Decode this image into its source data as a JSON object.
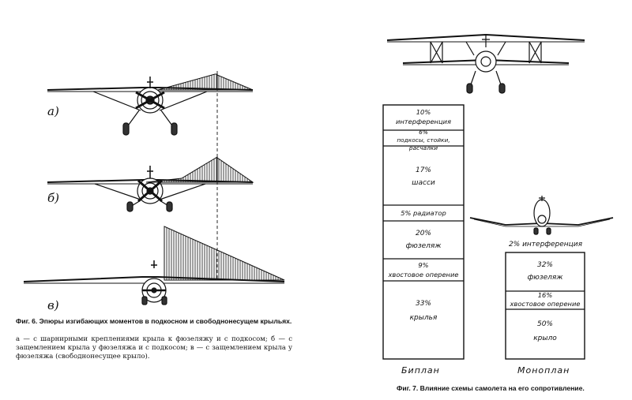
{
  "fig6": {
    "labels": {
      "a": "а)",
      "b": "б)",
      "v": "в)"
    },
    "title": "Фиг. 6. Эпюры изгибающих моментов в подкосном и свободнонесущем крыльях.",
    "caption": "а — с шарнирными креплениями крыла к фюзеляжу и с подкосом; б — с защемлением крыла у фюзеляжа и с подкосом; в — с защемлением крыла у фюзеляжа (свободнонесущее крыло)."
  },
  "fig7": {
    "biplane": {
      "label": "Биплан",
      "segments": [
        {
          "pct": "10%",
          "name": "интерференция",
          "share": 10
        },
        {
          "pct": "6%",
          "name": "подкосы, стойки, расчалки",
          "share": 6
        },
        {
          "pct": "17%",
          "name": "шасси",
          "share": 17
        },
        {
          "pct": "5%",
          "name": "радиатор",
          "share": 5
        },
        {
          "pct": "20%",
          "name": "фюзеляж",
          "share": 20
        },
        {
          "pct": "9%",
          "name": "хвостовое оперение",
          "share": 9
        },
        {
          "pct": "33%",
          "name": "крылья",
          "share": 33
        }
      ]
    },
    "monoplane": {
      "label": "Моноплан",
      "interference": "2% интерференция",
      "segments": [
        {
          "pct": "32%",
          "name": "фюзеляж",
          "share": 32
        },
        {
          "pct": "16%",
          "name": "хвостовое оперение",
          "share": 16
        },
        {
          "pct": "50%",
          "name": "крыло",
          "share": 50
        }
      ]
    },
    "title": "Фиг. 7. Влияние схемы самолета на его сопротивление."
  }
}
